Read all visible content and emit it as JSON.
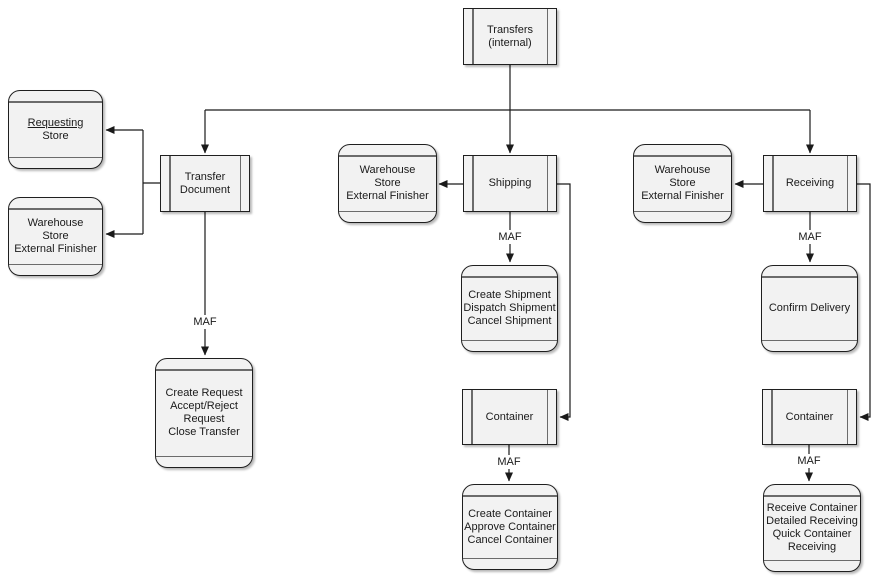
{
  "diagram": {
    "connector_label": "MAF",
    "colors": {
      "background": "#ffffff",
      "box_fill": "#f2f2f2",
      "box_border": "#1f1f1f",
      "inner_line": "#6b6b6b",
      "connector": "#1a1a1a"
    },
    "nodes": {
      "transfers": {
        "lines": [
          "Transfers",
          "(internal)"
        ]
      },
      "requesting_store": {
        "lines": [
          "Requesting",
          "Store"
        ],
        "underline_index": 0
      },
      "warehouse_store_left": {
        "lines": [
          "Warehouse",
          "Store",
          "External Finisher"
        ]
      },
      "transfer_document": {
        "lines": [
          "Transfer",
          "Document"
        ]
      },
      "create_request": {
        "lines": [
          "Create Request",
          "Accept/Reject",
          "Request",
          "Close Transfer"
        ]
      },
      "warehouse_store_middle": {
        "lines": [
          "Warehouse",
          "Store",
          "External Finisher"
        ]
      },
      "shipping": {
        "lines": [
          "Shipping"
        ]
      },
      "create_shipment": {
        "lines": [
          "Create Shipment",
          "Dispatch Shipment",
          "Cancel Shipment"
        ]
      },
      "container_shipping": {
        "lines": [
          "Container"
        ]
      },
      "create_container": {
        "lines": [
          "Create Container",
          "Approve Container",
          "Cancel Container"
        ]
      },
      "warehouse_store_right": {
        "lines": [
          "Warehouse",
          "Store",
          "External Finisher"
        ]
      },
      "receiving": {
        "lines": [
          "Receiving"
        ]
      },
      "confirm_delivery": {
        "lines": [
          "Confirm Delivery"
        ]
      },
      "container_receiving": {
        "lines": [
          "Container"
        ]
      },
      "receive_container": {
        "lines": [
          "Receive Container",
          "Detailed Receiving",
          "Quick Container",
          "Receiving"
        ]
      }
    }
  }
}
